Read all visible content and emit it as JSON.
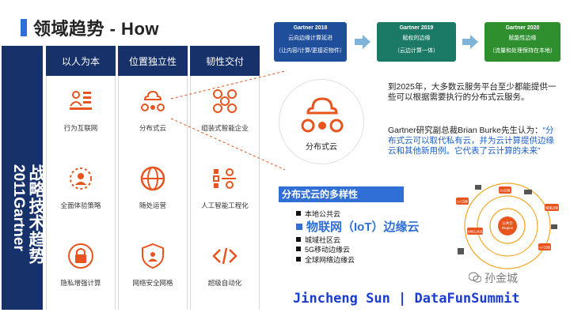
{
  "slide": {
    "title": "领域趋势 -  How",
    "vertical_title_line1": "战略技术趋势",
    "vertical_title_line2": "2011Gartner"
  },
  "grid": {
    "columns": [
      {
        "header": "以人为本",
        "items": [
          "行为互联网",
          "全面体验策略",
          "隐私增强计算"
        ]
      },
      {
        "header": "位置独立性",
        "items": [
          "分布式云",
          "随处运营",
          "网络安全网格"
        ]
      },
      {
        "header": "韧性交付",
        "items": [
          "组装式智能企业",
          "人工智能工程化",
          "超级自动化"
        ]
      }
    ]
  },
  "timeline": [
    {
      "year": "Gartner 2018",
      "line1": "云向边缘计算延进",
      "line2": "（让内容/计算/更接近物件）",
      "color": "#1f4f9a"
    },
    {
      "year": "Gartner 2019",
      "line1": "赋权的边缘",
      "line2": "（云边计算一体）",
      "color": "#1b7a65"
    },
    {
      "year": "Gartner 2020",
      "line1": "赋能性边缘",
      "line2": "（流量和处理保持在本地）",
      "color": "#2f8f2f"
    }
  ],
  "highlight": {
    "label": "分布式云"
  },
  "paragraph1": "到2025年，大多数云服务平台至少都能提供一些可以根据需要执行的分布式云服务。",
  "paragraph2_intro": "Gartner研究副总裁Brian Burke先生认为：",
  "paragraph2_quote": "“分布式云可以取代私有云，并为云计算提供边缘云和其他新用例。它代表了云计算的未来”",
  "diversity": {
    "title": "分布式云的多样性",
    "items": [
      "本地公共云",
      "物联网（IoT）边缘云",
      "城域社区云",
      "5G移动边缘云",
      "全球网络边缘云"
    ]
  },
  "diagram": {
    "center_label": "公共云\nRegion",
    "nodes": [
      "IoT边缘",
      "5G边缘",
      "城域边缘",
      "本地公共云",
      "IoT边缘"
    ]
  },
  "footer": {
    "text": "Jincheng Sun | DataFunSummit"
  },
  "watermark": {
    "text": "孙金城"
  },
  "colors": {
    "accent": "#2f6fd6",
    "navy": "#17326a",
    "icon": "#e8541e"
  }
}
